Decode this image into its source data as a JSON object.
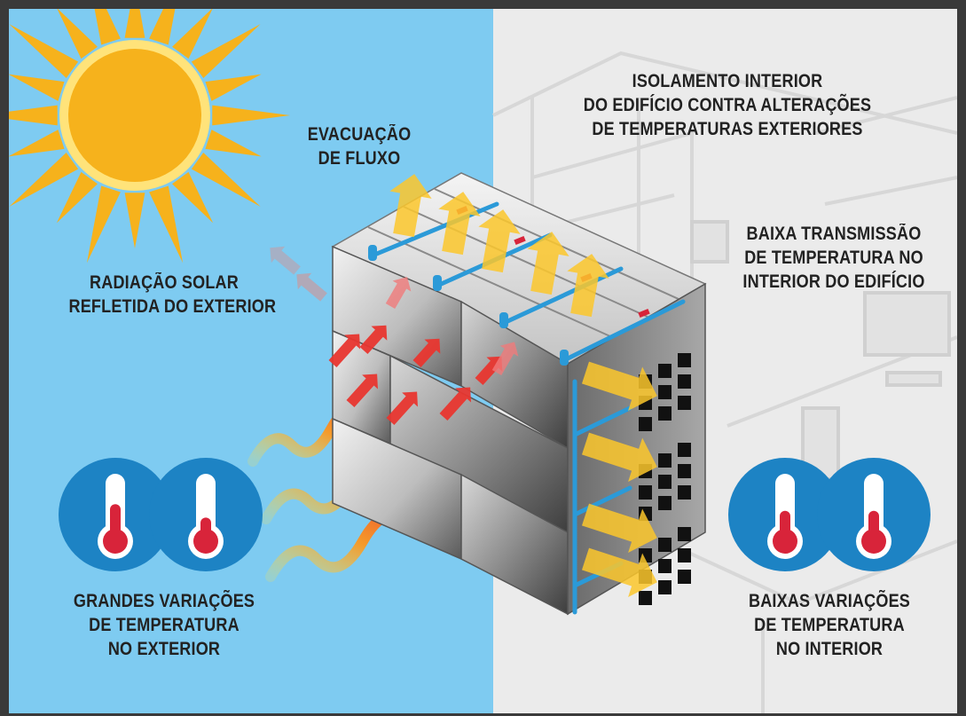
{
  "colors": {
    "sky": "#7ecbf1",
    "interior": "#ebebeb",
    "sun": "#f6b21c",
    "thermo_bg": "#1d83c4",
    "thermo_red": "#d8243a",
    "heat_arrow": "#e8362f",
    "flux_arrow": "#fcc72b",
    "pipe": "#2b9ad8"
  },
  "labels": {
    "radiation": [
      "RADIAÇÃO SOLAR",
      "REFLETIDA DO EXTERIOR"
    ],
    "evacuation": [
      "EVACUAÇÃO",
      "DE FLUXO"
    ],
    "isolation": [
      "ISOLAMENTO INTERIOR",
      "DO EDIFÍCIO CONTRA ALTERAÇÕES",
      "DE TEMPERATURAS EXTERIORES"
    ],
    "low_transmission": [
      "BAIXA TRANSMISSÃO",
      "DE TEMPERATURA NO",
      "INTERIOR DO EDIFÍCIO"
    ],
    "large_variations": [
      "GRANDES VARIAÇÕES",
      "DE TEMPERATURA",
      "NO EXTERIOR"
    ],
    "low_variations": [
      "BAIXAS VARIAÇÕES",
      "DE TEMPERATURA",
      "NO INTERIOR"
    ]
  },
  "icons": {
    "sun": "sun-icon",
    "outdoor_thermometers": [
      "thermometer-high-icon",
      "thermometer-low-icon"
    ],
    "indoor_thermometers": [
      "thermometer-half-icon",
      "thermometer-half-icon"
    ]
  },
  "thermometer_levels": {
    "outdoor": [
      0.55,
      0.35
    ],
    "indoor": [
      0.45,
      0.45
    ]
  }
}
